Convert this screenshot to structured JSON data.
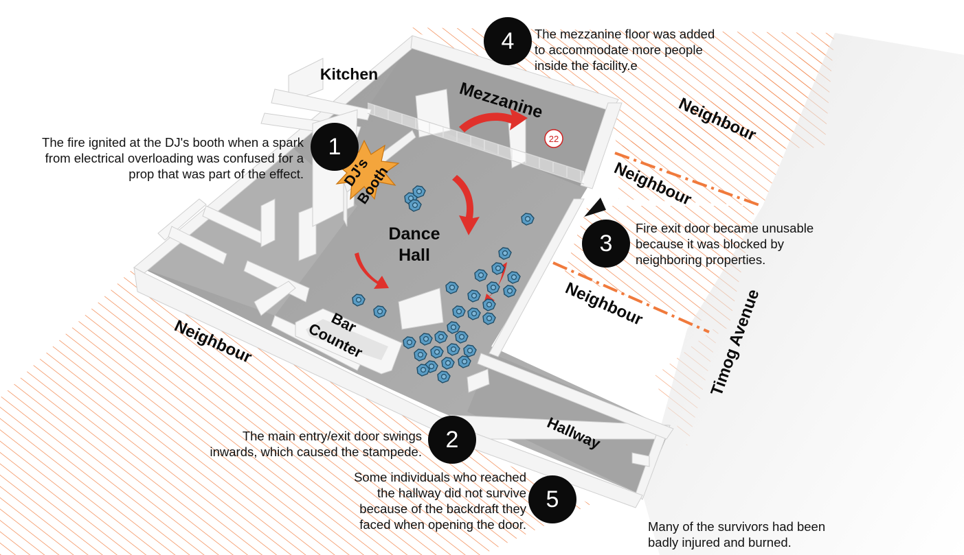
{
  "labels": {
    "kitchen": "Kitchen",
    "mezzanine": "Mezzanine",
    "dj_booth": [
      "DJ's",
      "Booth"
    ],
    "dance_hall": [
      "Dance",
      "Hall"
    ],
    "bar_counter": [
      "Bar",
      "Counter"
    ],
    "hallway": "Hallway",
    "neighbour": "Neighbour",
    "street": "Timog Avenue",
    "room_number": "22"
  },
  "callouts": [
    {
      "number": "1",
      "lines": [
        "The fire ignited at the DJ's booth when a spark",
        "from electrical overloading was confused for a",
        "prop that was part of the effect."
      ]
    },
    {
      "number": "2",
      "lines": [
        "The main entry/exit door swings",
        "inwards, which caused the stampede."
      ]
    },
    {
      "number": "3",
      "lines": [
        "Fire exit door became unusable",
        "because it was blocked by",
        "neighboring properties."
      ]
    },
    {
      "number": "4",
      "lines": [
        "The mezzanine floor was added",
        "to accommodate more people",
        "inside the facility.e"
      ]
    },
    {
      "number": "5",
      "lines": [
        "Some individuals who reached",
        "the hallway did not survive",
        "because of the backdraft they",
        "faced when opening the door."
      ]
    }
  ],
  "footnote": [
    "Many of the survivors had been",
    "badly injured and burned."
  ],
  "colors": {
    "hatch": "#f07a3c",
    "arrow": "#e0312b",
    "people": "#5a9cc4",
    "fire": "#f4a53c",
    "floor": "#a9a9a9",
    "wall": "#f4f4f4",
    "badge": "#0b0b0b"
  }
}
